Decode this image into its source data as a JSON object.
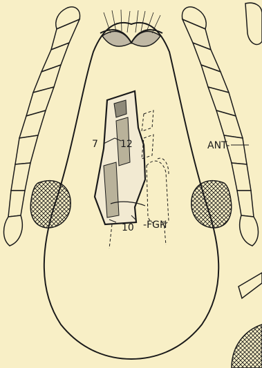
{
  "labels": {
    "antenna": "ANT",
    "num_7": "7",
    "num_12": "12",
    "num_10": "10",
    "fgn": "FGN"
  },
  "colors": {
    "paper": "#f8efc6",
    "ink": "#1a1a1a",
    "shade": "#b9b29a"
  }
}
